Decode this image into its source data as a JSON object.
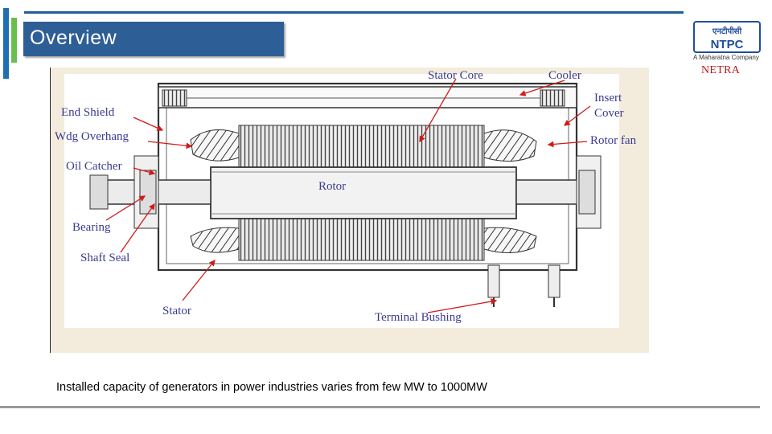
{
  "slide": {
    "title": "Overview",
    "caption": "Installed capacity of generators in power industries varies from few MW to 1000MW"
  },
  "logo": {
    "name": "NTPC",
    "devanagari": "एनटीपीसी",
    "tagline": "A Maharatna Company",
    "netra": "NETRA"
  },
  "diagram": {
    "labels": {
      "stator_core": "Stator Core",
      "cooler": "Cooler",
      "insert_cover": "Insert Cover",
      "insert": "Insert",
      "cover": "Cover",
      "end_shield": "End Shield",
      "wdg_overhang": "Wdg Overhang",
      "rotor_fan": "Rotor fan",
      "oil_catcher": "Oil Catcher",
      "rotor": "Rotor",
      "bearing": "Bearing",
      "shaft_seal": "Shaft Seal",
      "stator": "Stator",
      "terminal_bushing": "Terminal Bushing"
    }
  },
  "colors": {
    "title_bg": "#2e5e96",
    "accent_blue": "#1f6fb2",
    "accent_green": "#6abf4b",
    "label_text": "#3a3a90",
    "arrow": "#d11a1a",
    "netra": "#c01818"
  }
}
